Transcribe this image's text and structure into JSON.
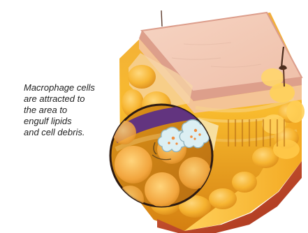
{
  "caption": {
    "lines": [
      "Macrophage cells",
      "are attracted to",
      "the area to",
      "engulf lipids",
      "and cell debris."
    ]
  },
  "illustration": {
    "subject": "cross-section of skin and subcutaneous fat with magnified inset of macrophages",
    "colors": {
      "skin_surface": "#f0c2ae",
      "skin_edge": "#dc9d8b",
      "dermis": "#f7d7a8",
      "fat": "#f6b62d",
      "fat_dark": "#d98d10",
      "deep_tissue": "#c84c2d",
      "inset_border": "#2c1a12",
      "macrophage": "#dceff3",
      "macrophage_dots": "#f08c3e",
      "purple_band": "#5c2f85"
    }
  }
}
